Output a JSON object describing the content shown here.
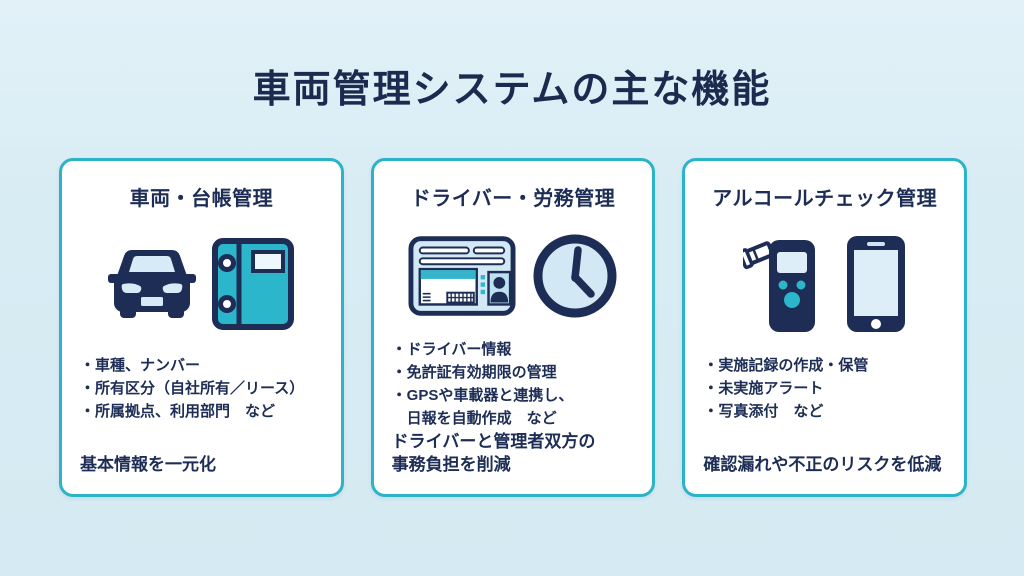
{
  "title": "車両管理システムの主な機能",
  "colors": {
    "background": "#d8ecf4",
    "card_background": "#ffffff",
    "card_border": "#2bb3c8",
    "text_navy": "#1d2d55",
    "icon_navy": "#1d2d55",
    "icon_teal": "#2cb6cc",
    "icon_light_blue": "#d6ebf7"
  },
  "cards": [
    {
      "title": "車両・台帳管理",
      "icon_names": [
        "car-icon",
        "ledger-icon"
      ],
      "bullets": [
        "・車種、ナンバー",
        "・所有区分（自社所有／リース）",
        "・所属拠点、利用部門　など"
      ],
      "summary": "基本情報を一元化"
    },
    {
      "title": "ドライバー・労務管理",
      "icon_names": [
        "drivers-license-icon",
        "clock-icon"
      ],
      "bullets": [
        "・ドライバー情報",
        "・免許証有効期限の管理",
        "・GPSや車載器と連携し、\n日報を自動作成　など"
      ],
      "summary": "ドライバーと管理者双方の\n事務負担を削減"
    },
    {
      "title": "アルコールチェック管理",
      "icon_names": [
        "breathalyzer-icon",
        "smartphone-icon"
      ],
      "bullets": [
        "・実施記録の作成・保管",
        "・未実施アラート",
        "・写真添付　など"
      ],
      "summary": "確認漏れや不正のリスクを低減"
    }
  ]
}
